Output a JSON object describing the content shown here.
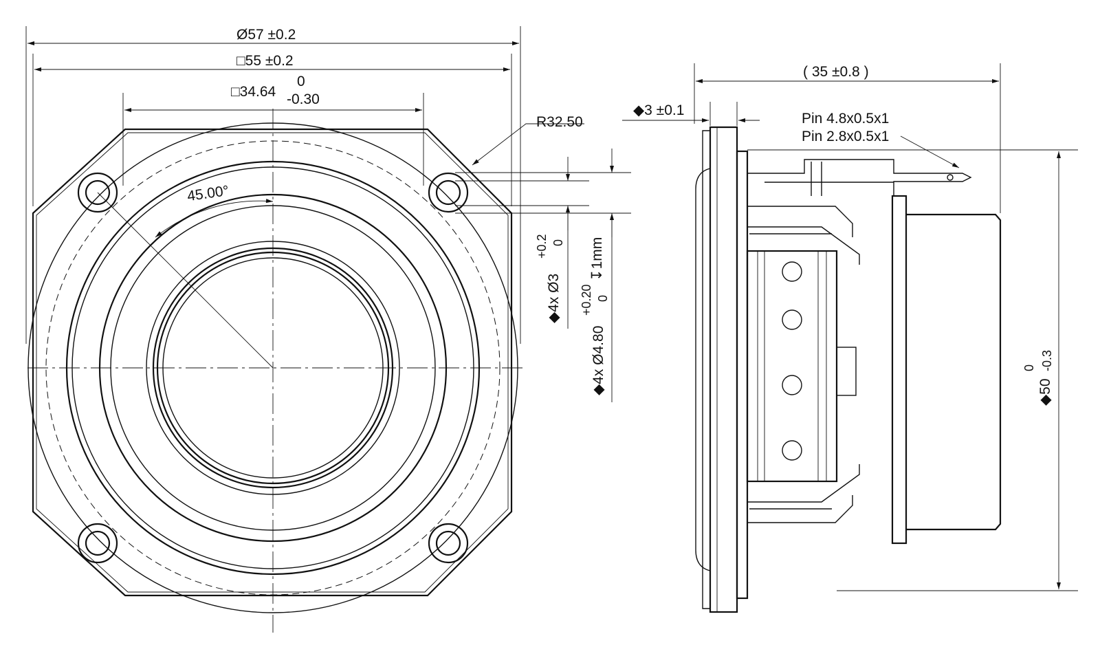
{
  "front_view": {
    "dim_outer_diameter": "Ø57 ±0.2",
    "dim_outer_square": "□55 ±0.2",
    "dim_hole_pitch": "□34.64",
    "dim_hole_pitch_tol_upper": "0",
    "dim_hole_pitch_tol_lower": "-0.30",
    "radius_label": "R32.50",
    "angle_label": "45.00°",
    "hole_dim_1": "◆4x Ø3",
    "hole_dim_1_tol_upper": "+0.2",
    "hole_dim_1_tol_lower": "0",
    "hole_dim_2": "◆4x Ø4.80",
    "hole_dim_2_tol_upper": "+0.20",
    "hole_dim_2_tol_lower": "0",
    "hole_dim_2_depth": "↧1mm"
  },
  "side_view": {
    "dim_depth": "( 35 ±0.8 )",
    "dim_flange": "◆3 ±0.1",
    "pin_1_label": "Pin 4.8x0.5x1",
    "pin_2_label": "Pin 2.8x0.5x1",
    "dim_magnet_diameter": "◆50",
    "dim_magnet_tol_upper": "0",
    "dim_magnet_tol_lower": "-0.3"
  },
  "colors": {
    "line": "#111111",
    "background": "#ffffff"
  }
}
